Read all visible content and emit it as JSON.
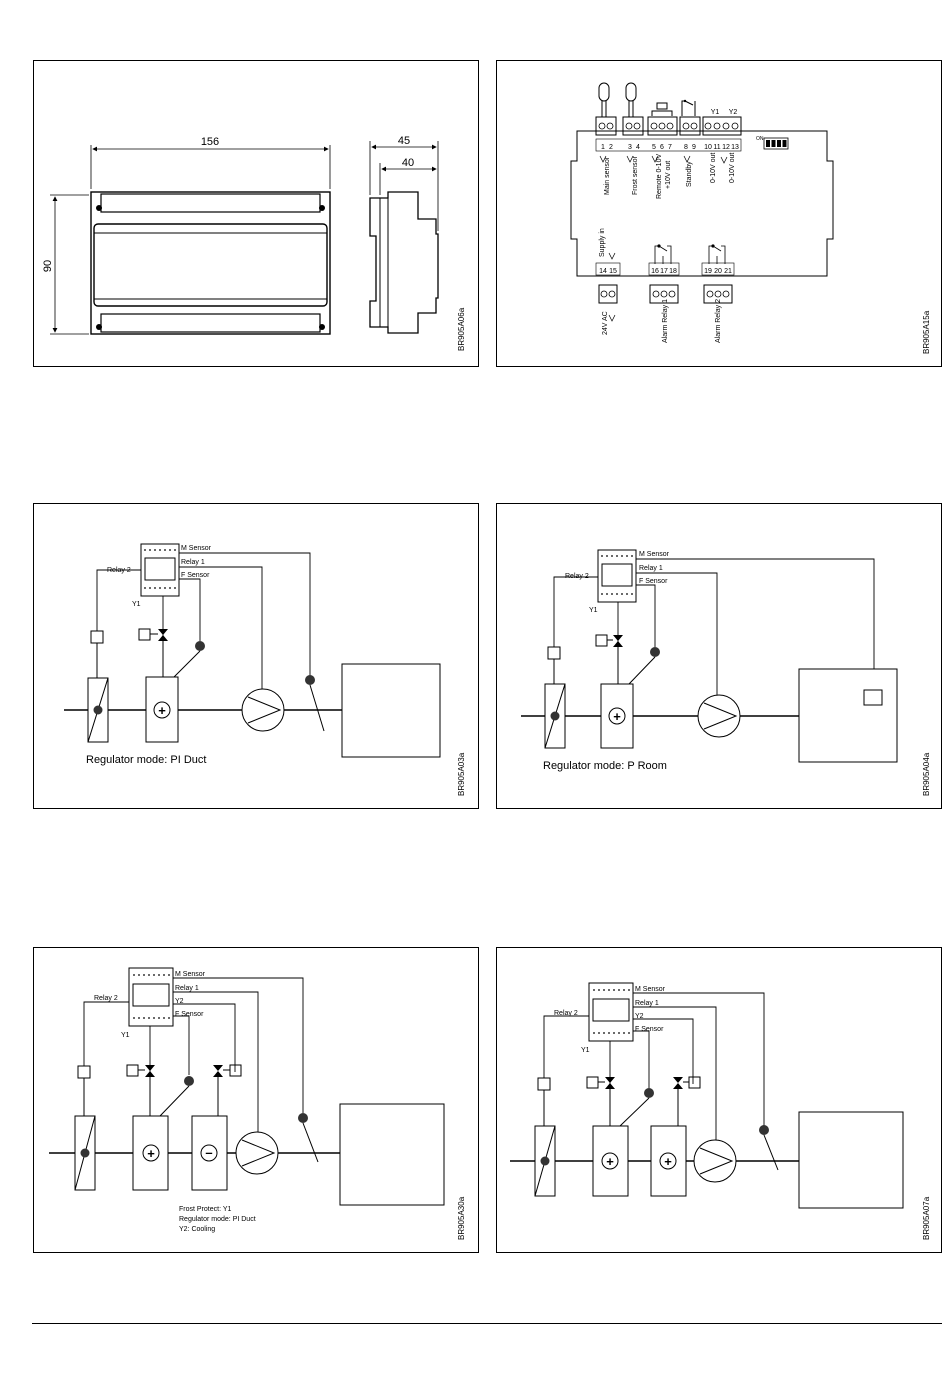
{
  "panel1": {
    "code": "BR905A06a",
    "dims": {
      "width": "156",
      "height": "90",
      "depth_outer": "45",
      "depth_inner": "40"
    }
  },
  "panel2": {
    "code": "BR905A15a",
    "terminals_top": [
      "1",
      "2",
      "3",
      "4",
      "5",
      "6",
      "7",
      "8",
      "9",
      "10",
      "11",
      "12",
      "13"
    ],
    "y_labels": [
      "Y1",
      "Y2"
    ],
    "dip_label": "ON",
    "top_labels": [
      "Main sensor",
      "Frost sensor",
      "Remote 0-10V",
      "+10V out",
      "Standby",
      "0-10V out",
      "0-10V out"
    ],
    "supply_label": "Supply in",
    "terminals_bottom": [
      "14",
      "15",
      "16",
      "17",
      "18",
      "19",
      "20",
      "21"
    ],
    "bottom_labels": [
      "24V AC",
      "Alarm Relay 1",
      "Alarm Relay 2"
    ]
  },
  "panel3": {
    "code": "BR905A03a",
    "labels": {
      "m_sensor": "M Sensor",
      "relay1": "Relay 1",
      "relay2": "Relay 2",
      "f_sensor": "F Sensor",
      "y1": "Y1"
    },
    "mode": "Regulator mode: PI Duct"
  },
  "panel4": {
    "code": "BR905A04a",
    "labels": {
      "m_sensor": "M Sensor",
      "relay1": "Relay 1",
      "relay2": "Relay 2",
      "f_sensor": "F Sensor",
      "y1": "Y1"
    },
    "mode": "Regulator mode: P Room"
  },
  "panel5": {
    "code": "BR905A30a",
    "labels": {
      "m_sensor": "M Sensor",
      "relay1": "Relay 1",
      "relay2": "Relay 2",
      "y2": "Y2",
      "f_sensor": "F Sensor",
      "y1": "Y1"
    },
    "notes": [
      "Frost Protect: Y1",
      "Regulator mode: PI Duct",
      "Y2: Cooling"
    ]
  },
  "panel6": {
    "code": "BR905A07a",
    "labels": {
      "m_sensor": "M Sensor",
      "relay1": "Relay 1",
      "relay2": "Relay 2",
      "y2": "Y2",
      "f_sensor": "F Sensor",
      "y1": "Y1"
    }
  }
}
